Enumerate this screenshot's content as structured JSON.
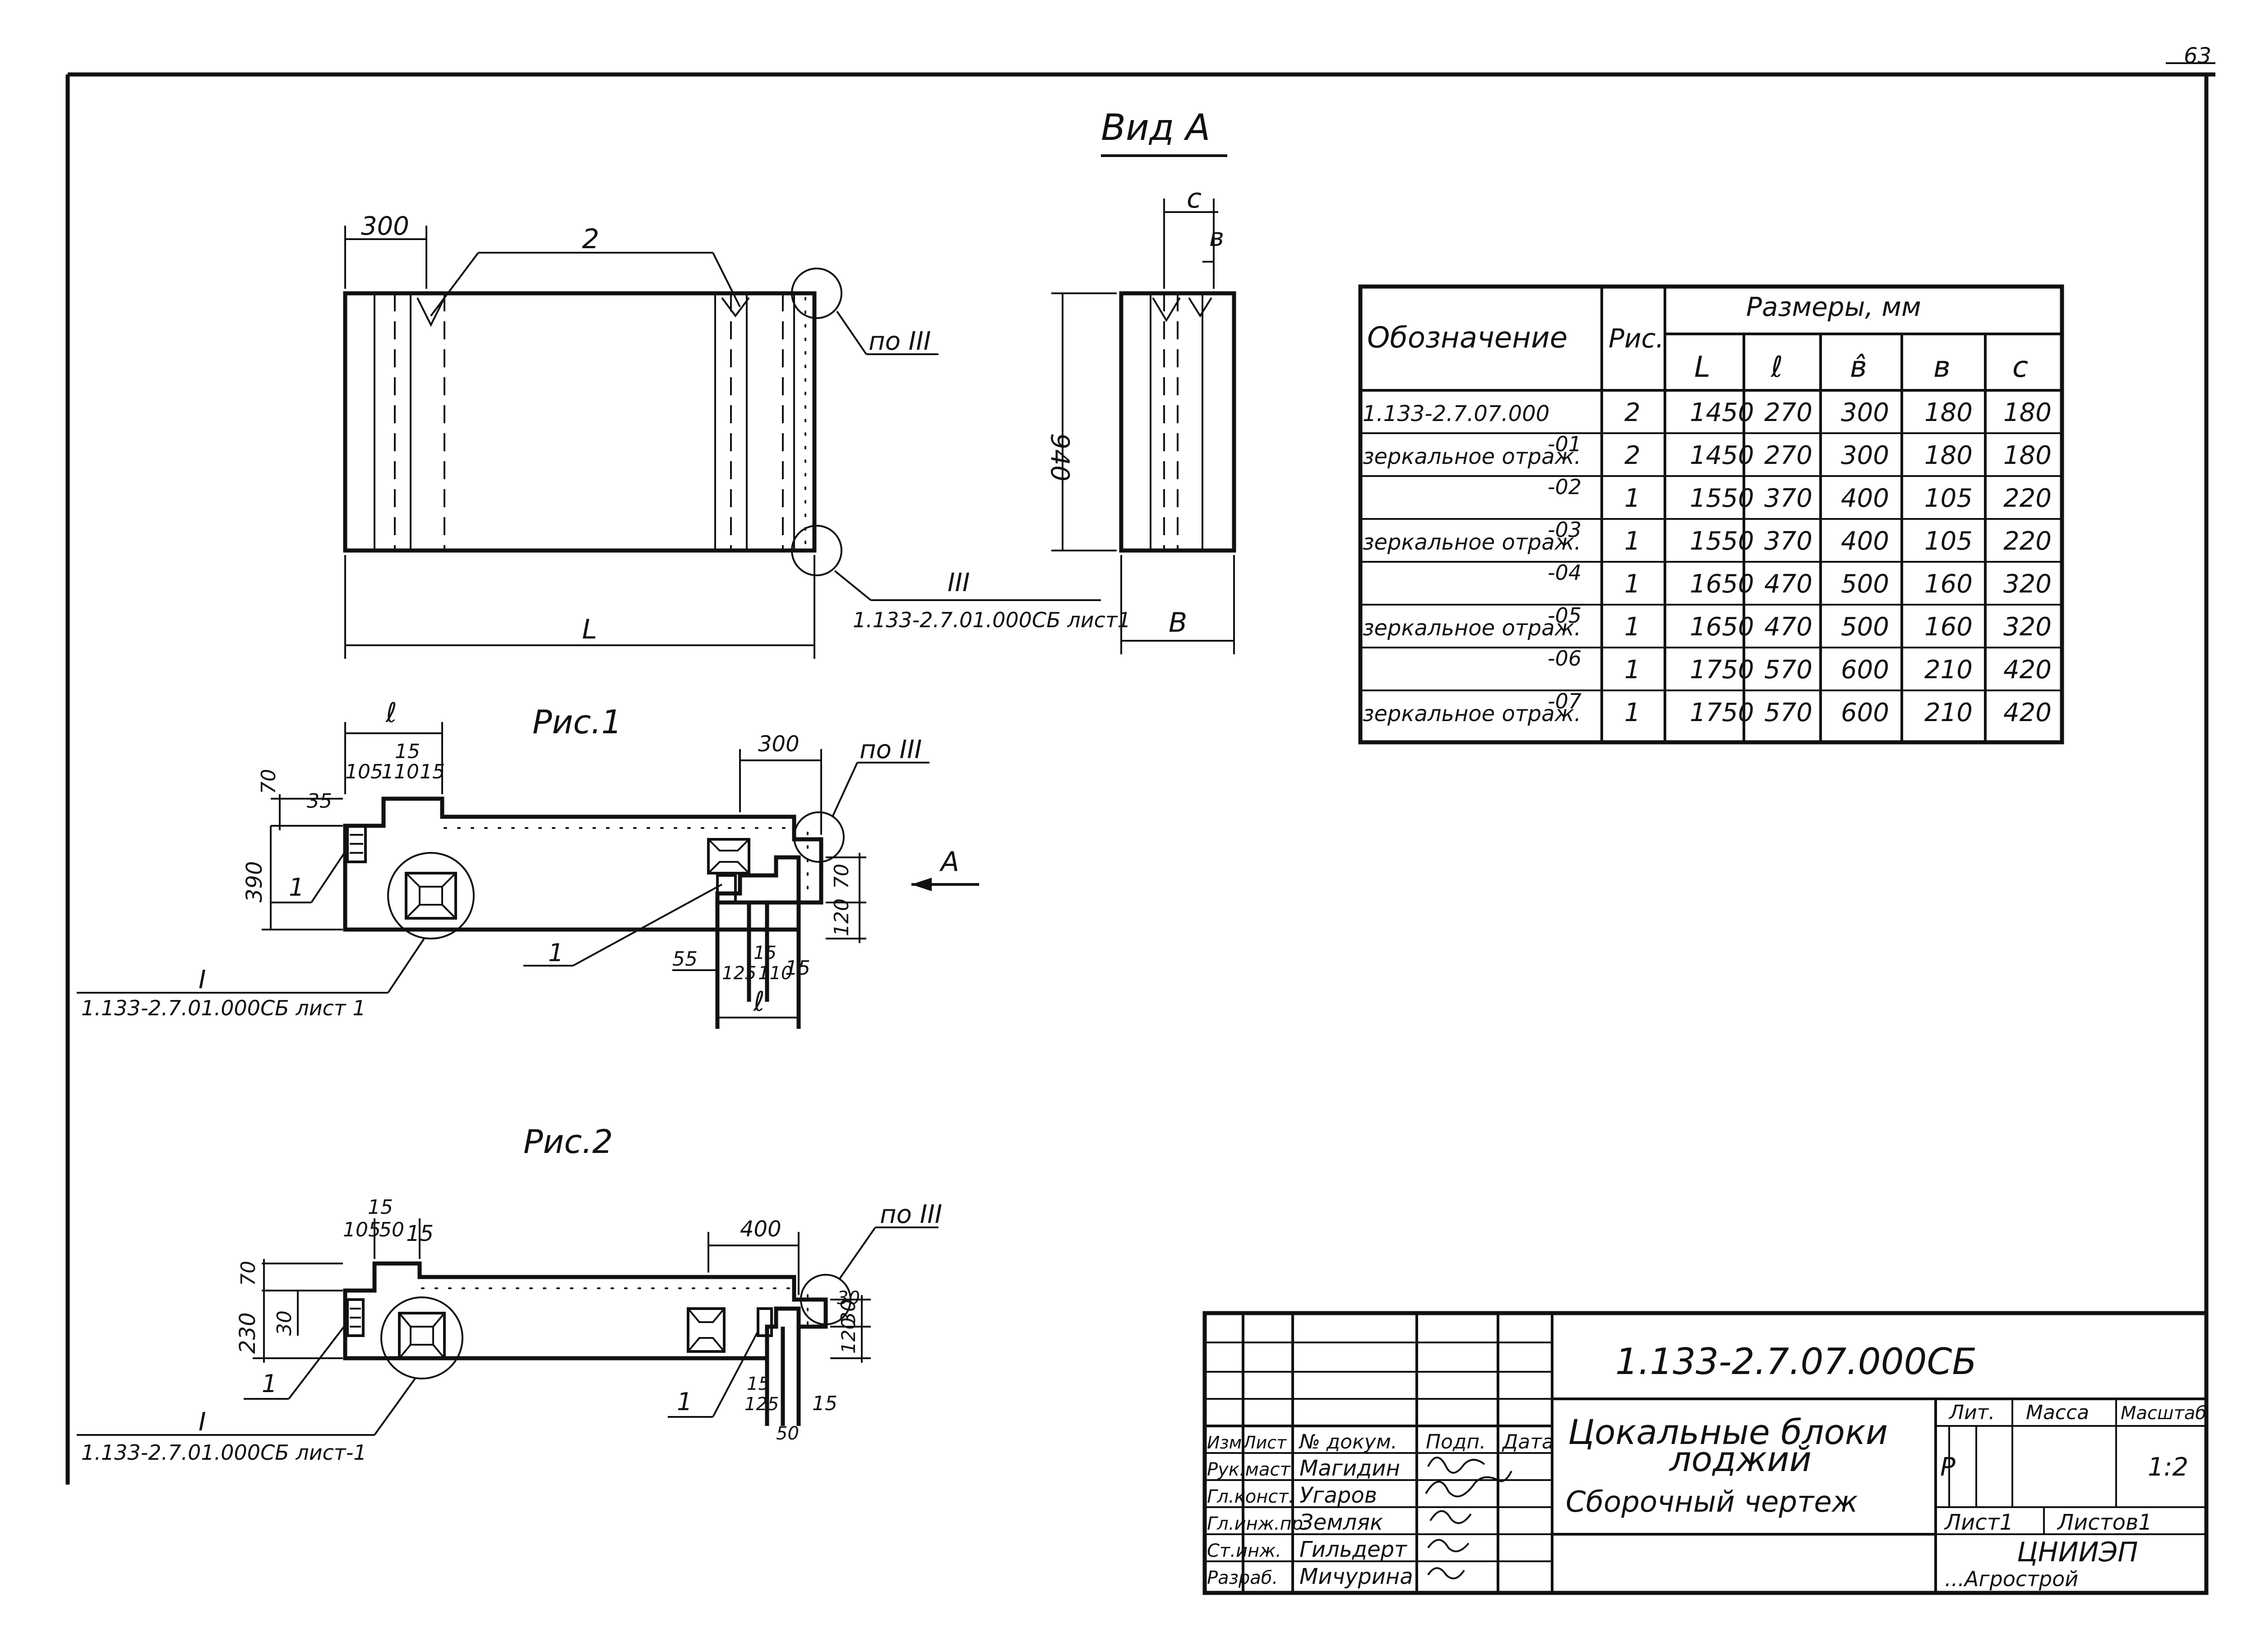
{
  "sheet_corner_number": "63",
  "view_a": {
    "title": "Вид А"
  },
  "main_view": {
    "dim_300": "300",
    "label_2": "2",
    "callout_po_iii": "по III",
    "dim_L": "L",
    "callout_iii_roman": "III",
    "ref_sheet": "1.133-2.7.01.000СБ лист1"
  },
  "side_view": {
    "dim_c": "с",
    "dim_b_small": "в",
    "dim_940": "940",
    "dim_B": "В"
  },
  "table": {
    "head_designation": "Обозначение",
    "head_fig": "Рис.",
    "head_sizes": "Размеры, мм",
    "columns": [
      "L",
      "ℓ",
      "в̂",
      "в",
      "с"
    ],
    "rows": [
      {
        "designation": "1.133-2.7.07.000",
        "fig": "2",
        "values": [
          "1450",
          "270",
          "300",
          "180",
          "180"
        ]
      },
      {
        "designation": "зеркальное отраж.",
        "suffix": "-01",
        "fig": "2",
        "values": [
          "1450",
          "270",
          "300",
          "180",
          "180"
        ]
      },
      {
        "designation": "",
        "suffix": "-02",
        "fig": "1",
        "values": [
          "1550",
          "370",
          "400",
          "105",
          "220"
        ]
      },
      {
        "designation": "зеркальное отраж.",
        "suffix": "-03",
        "fig": "1",
        "values": [
          "1550",
          "370",
          "400",
          "105",
          "220"
        ]
      },
      {
        "designation": "",
        "suffix": "-04",
        "fig": "1",
        "values": [
          "1650",
          "470",
          "500",
          "160",
          "320"
        ]
      },
      {
        "designation": "зеркальное отраж.",
        "suffix": "-05",
        "fig": "1",
        "values": [
          "1650",
          "470",
          "500",
          "160",
          "320"
        ]
      },
      {
        "designation": "",
        "suffix": "-06",
        "fig": "1",
        "values": [
          "1750",
          "570",
          "600",
          "210",
          "420"
        ]
      },
      {
        "designation": "зеркальное отраж.",
        "suffix": "-07",
        "fig": "1",
        "values": [
          "1750",
          "570",
          "600",
          "210",
          "420"
        ]
      }
    ]
  },
  "fig1": {
    "title": "Рис.1",
    "dims": {
      "l_top": "ℓ",
      "d15": "15",
      "d105": "105",
      "d110": "110",
      "d15b": "15",
      "d35": "35",
      "d70": "70",
      "d390": "390",
      "d300": "300",
      "d70r": "70",
      "d120": "120",
      "d55": "55",
      "d125": "125",
      "d15c": "15",
      "d110b": "110",
      "d15d": "15",
      "l_bot": "ℓ"
    },
    "label_1a": "1",
    "label_1b": "1",
    "callout_po_iii": "по III",
    "arrow_a": "А",
    "section_i": "I",
    "ref_sheet": "1.133-2.7.01.000СБ лист 1"
  },
  "fig2": {
    "title": "Рис.2",
    "dims": {
      "d15": "15",
      "d105": "105",
      "d50": "50",
      "d15b": "15",
      "d70": "70",
      "d230": "230",
      "d30": "30",
      "d400": "400",
      "d30r": "30",
      "d120": "120",
      "d30b": "30",
      "d15c": "15",
      "d125": "125",
      "d15d": "15",
      "d50b": "50"
    },
    "label_1a": "1",
    "label_1b": "1",
    "callout_po_iii": "по III",
    "section_i": "I",
    "ref_sheet": "1.133-2.7.01.000СБ лист-1"
  },
  "title_block": {
    "code": "1.133-2.7.07.000СБ",
    "name_line1": "Цокальные блоки",
    "name_line2": "лоджий",
    "name_line3": "Сборочный чертеж",
    "head_izm": "Изм",
    "head_list": "Лист",
    "head_doc": "№ докум.",
    "head_sign": "Подп.",
    "head_date": "Дата",
    "roles": [
      {
        "role": "Рук.маст.",
        "name": "Магидин"
      },
      {
        "role": "Гл.конст.",
        "name": "Угаров"
      },
      {
        "role": "Гл.инж.пр.",
        "name": "Земляк"
      },
      {
        "role": "Ст.инж.",
        "name": "Гильдерт"
      },
      {
        "role": "Разраб.",
        "name": "Мичурина"
      }
    ],
    "lit_head": "Лит.",
    "mass_head": "Масса",
    "scale_head": "Масштаб",
    "lit_value": "Р",
    "scale_value": "1:2",
    "sheet_label": "Лист1",
    "sheets_label": "Листов1",
    "org_line1": "ЦНИИЭП",
    "org_line2": "...Агрострой"
  }
}
